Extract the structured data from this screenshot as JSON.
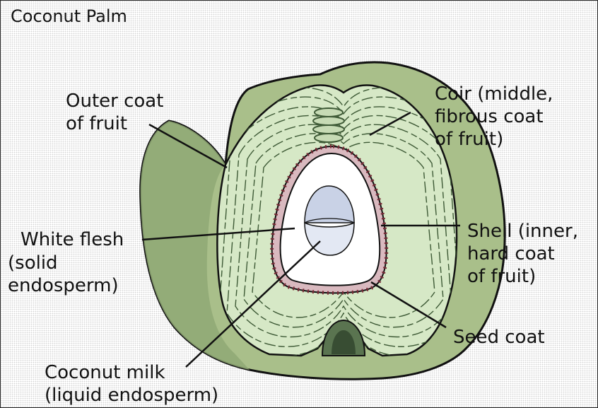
{
  "title": "Coconut Palm",
  "labels": {
    "outer_coat": [
      "Outer coat",
      "of fruit"
    ],
    "coir": [
      "Coir (middle,",
      "fibrous coat",
      "of fruit)"
    ],
    "white_flesh": [
      "White flesh",
      "(solid",
      "endosperm)"
    ],
    "shell": [
      "Shell (inner,",
      "hard coat",
      "of fruit)"
    ],
    "seed_coat": [
      "Seed coat"
    ],
    "coconut_milk": [
      "Coconut milk",
      "(liquid endosperm)"
    ]
  },
  "colors": {
    "husk": "#a9bf8a",
    "coir": "#d6e8c6",
    "fiber_lines": "#3e5a36",
    "shell_band": "#d9b9bf",
    "cavity": "#ffffff",
    "milk": "#c9d2e6",
    "outline": "#111111"
  }
}
